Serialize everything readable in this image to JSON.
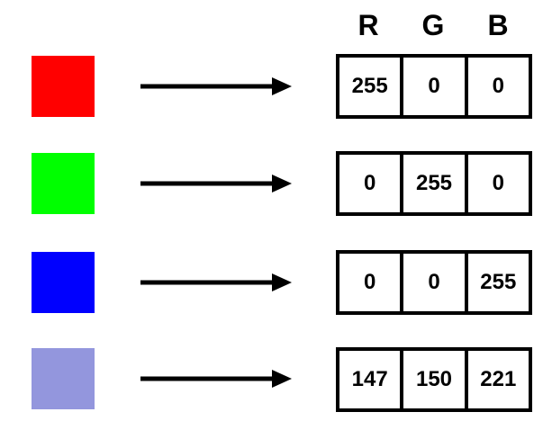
{
  "headers": [
    "R",
    "G",
    "B"
  ],
  "rows": [
    {
      "color": "#ff0000",
      "values": [
        "255",
        "0",
        "0"
      ]
    },
    {
      "color": "#00ff00",
      "values": [
        "0",
        "255",
        "0"
      ]
    },
    {
      "color": "#0000ff",
      "values": [
        "0",
        "0",
        "255"
      ]
    },
    {
      "color": "#9396dd",
      "values": [
        "147",
        "150",
        "221"
      ]
    }
  ]
}
